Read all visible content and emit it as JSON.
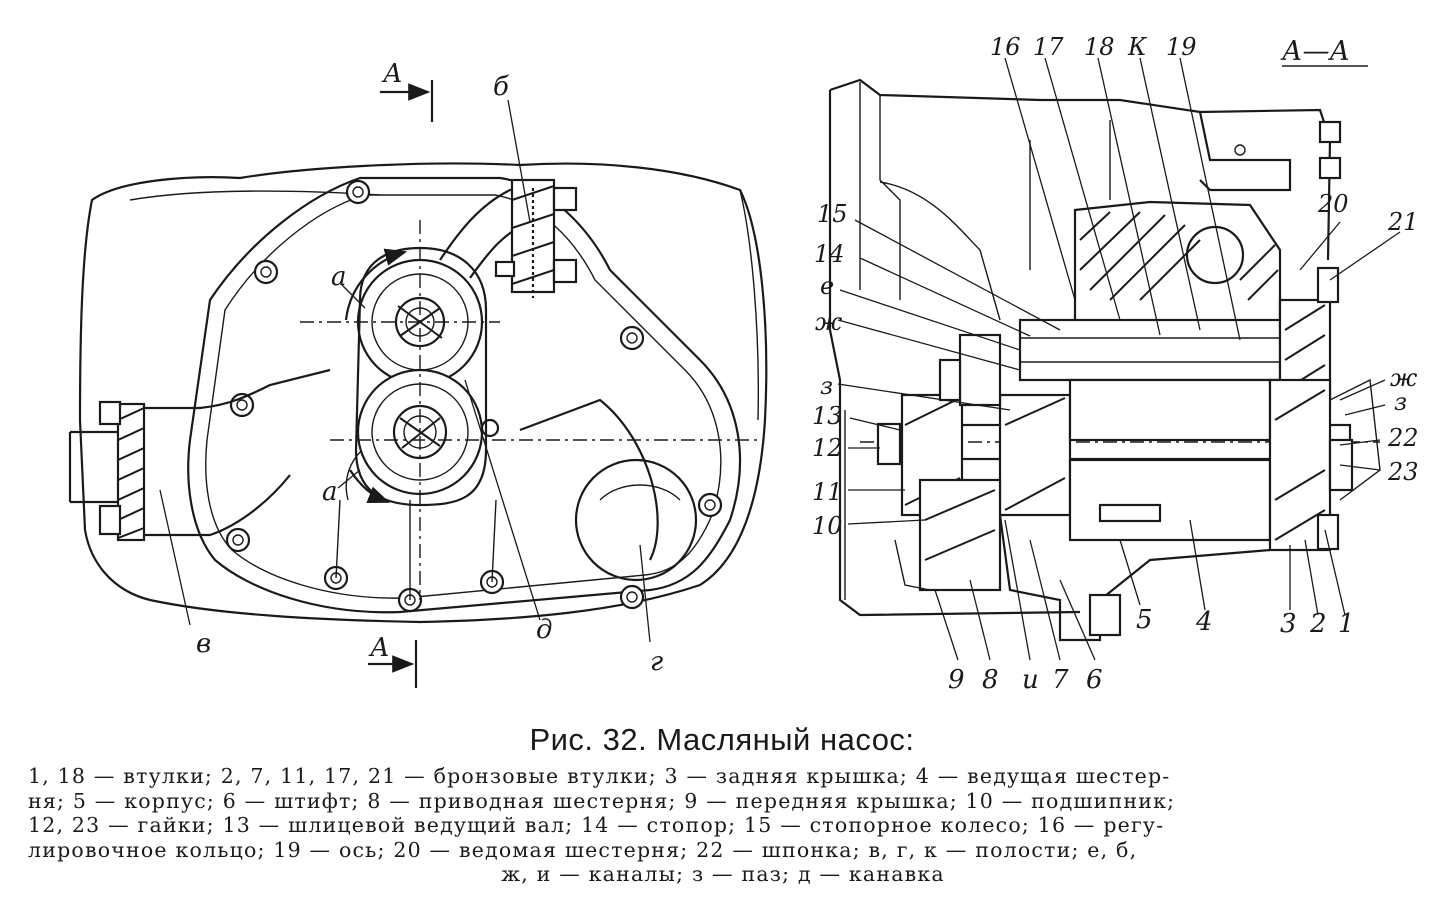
{
  "left_view": {
    "section_marks": [
      "А",
      "А"
    ],
    "labels": [
      "б",
      "а",
      "а",
      "в",
      "д",
      "г"
    ]
  },
  "right_view": {
    "section_title": "А—А",
    "labels": [
      "16",
      "17",
      "18",
      "К",
      "19",
      "20",
      "21",
      "15",
      "14",
      "е",
      "ж",
      "з",
      "13",
      "12",
      "11",
      "10",
      "ж",
      "з",
      "22",
      "23",
      "9",
      "8",
      "и",
      "7",
      "6",
      "5",
      "4",
      "3",
      "2",
      "1"
    ]
  },
  "caption": "Рис. 32. Масляный насос:",
  "legend_lines": [
    "1, 18 — втулки; 2, 7, 11, 17, 21 — бронзовые втулки; 3 — задняя крышка; 4 — ведущая шестер-",
    "ня; 5 — корпус; 6 — штифт; 8 — приводная шестерня; 9 — передняя крышка; 10 — подшипник;",
    "12, 23 — гайки; 13 — шлицевой ведущий вал; 14 — стопор; 15 — стопорное колесо; 16 — регу-",
    "лировочное кольцо; 19 — ось; 20 — ведомая шестерня; 22 — шпонка; в, г, к — полости; е, б,",
    "ж, и — каналы; з — паз; д — канавка"
  ]
}
